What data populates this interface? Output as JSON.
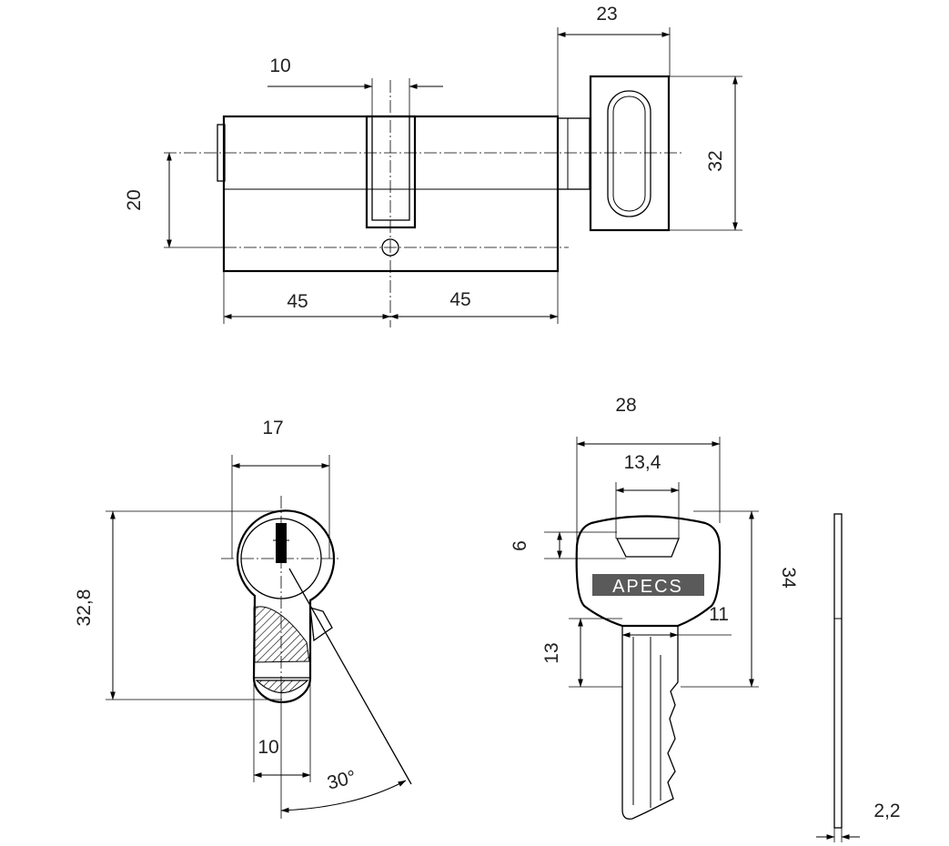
{
  "dimensions": {
    "top_view": {
      "thumbturn_length": "23",
      "cam_width": "10",
      "thumbturn_height": "32",
      "cylinder_height": "20",
      "left_half": "45",
      "right_half": "45"
    },
    "profile_view": {
      "width": "17",
      "height": "32,8",
      "bottom_width": "10",
      "cam_angle": "30°"
    },
    "key": {
      "head_width": "28",
      "hole_width": "13,4",
      "hole_height": "6",
      "total_length": "34",
      "shoulder": "11",
      "blade_start": "13",
      "thickness": "2,2",
      "brand": "APECS"
    }
  }
}
